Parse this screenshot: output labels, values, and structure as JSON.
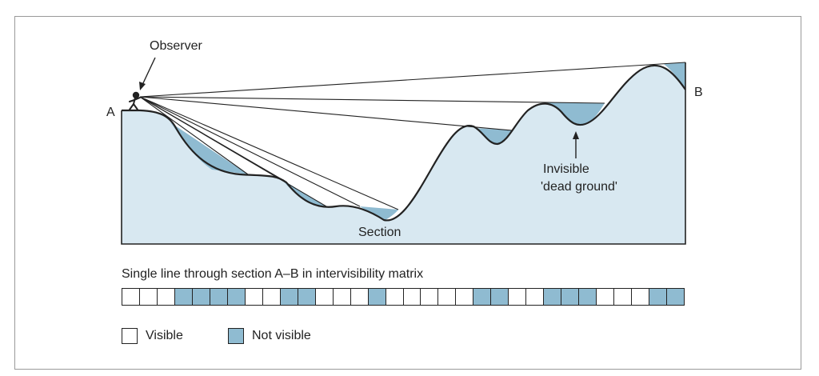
{
  "labels": {
    "observer": "Observer",
    "point_a": "A",
    "point_b": "B",
    "section": "Section",
    "dead_ground_line1": "Invisible",
    "dead_ground_line2": "'dead ground'"
  },
  "matrix": {
    "caption": "Single line through section A–B in intervisibility matrix",
    "cells": [
      0,
      0,
      0,
      1,
      1,
      1,
      1,
      0,
      0,
      1,
      1,
      0,
      0,
      0,
      1,
      0,
      0,
      0,
      0,
      0,
      1,
      1,
      0,
      0,
      1,
      1,
      1,
      0,
      0,
      0,
      1,
      1
    ]
  },
  "legend": {
    "visible_label": "Visible",
    "not_visible_label": "Not visible"
  },
  "colors": {
    "ground": "#d8e8f1",
    "dead_ground": "#8fbbd1",
    "outline": "#222222",
    "frame": "#9a9a9a"
  }
}
